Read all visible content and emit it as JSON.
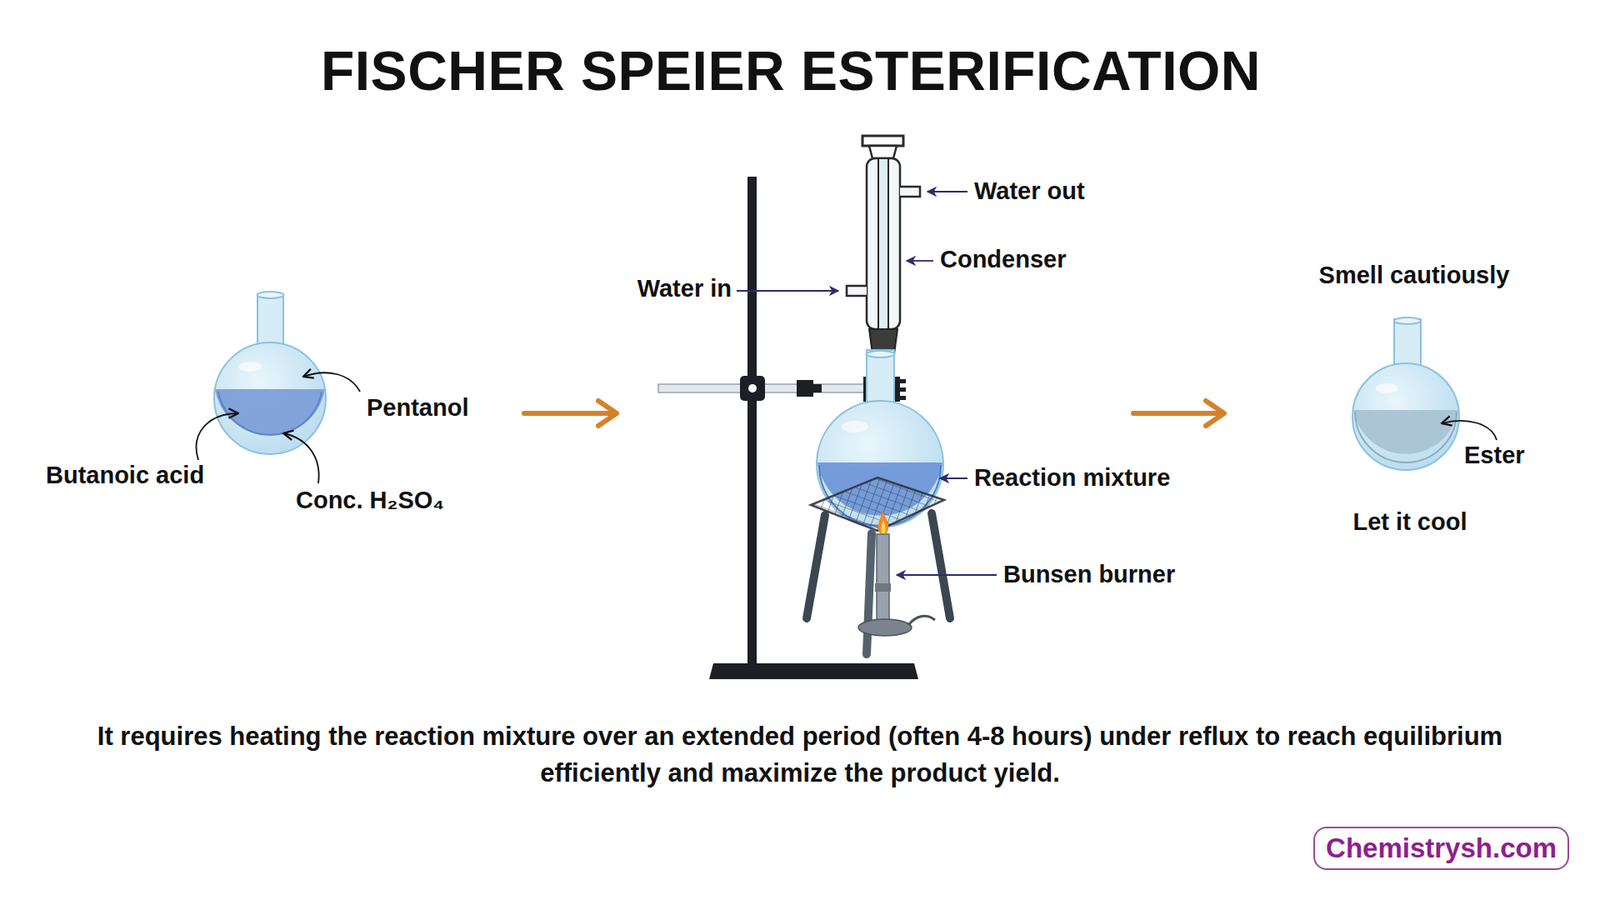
{
  "diagram": {
    "title": "FISCHER SPEIER ESTERIFICATION",
    "caption": "It requires heating the reaction mixture over an extended period (often 4-8 hours) under reflux to reach equilibrium efficiently and maximize the product yield.",
    "nodes": [
      {
        "text": [
          "Chemistrysh.com"
        ]
      }
    ],
    "labels": [
      "Pentanol",
      "Butanoic acid",
      "Conc. H₂SO₄",
      "Water out",
      "Condenser",
      "Water in",
      "Reaction mixture",
      "Bunsen burner",
      "Smell cautiously",
      "Ester",
      "Let it cool"
    ]
  }
}
